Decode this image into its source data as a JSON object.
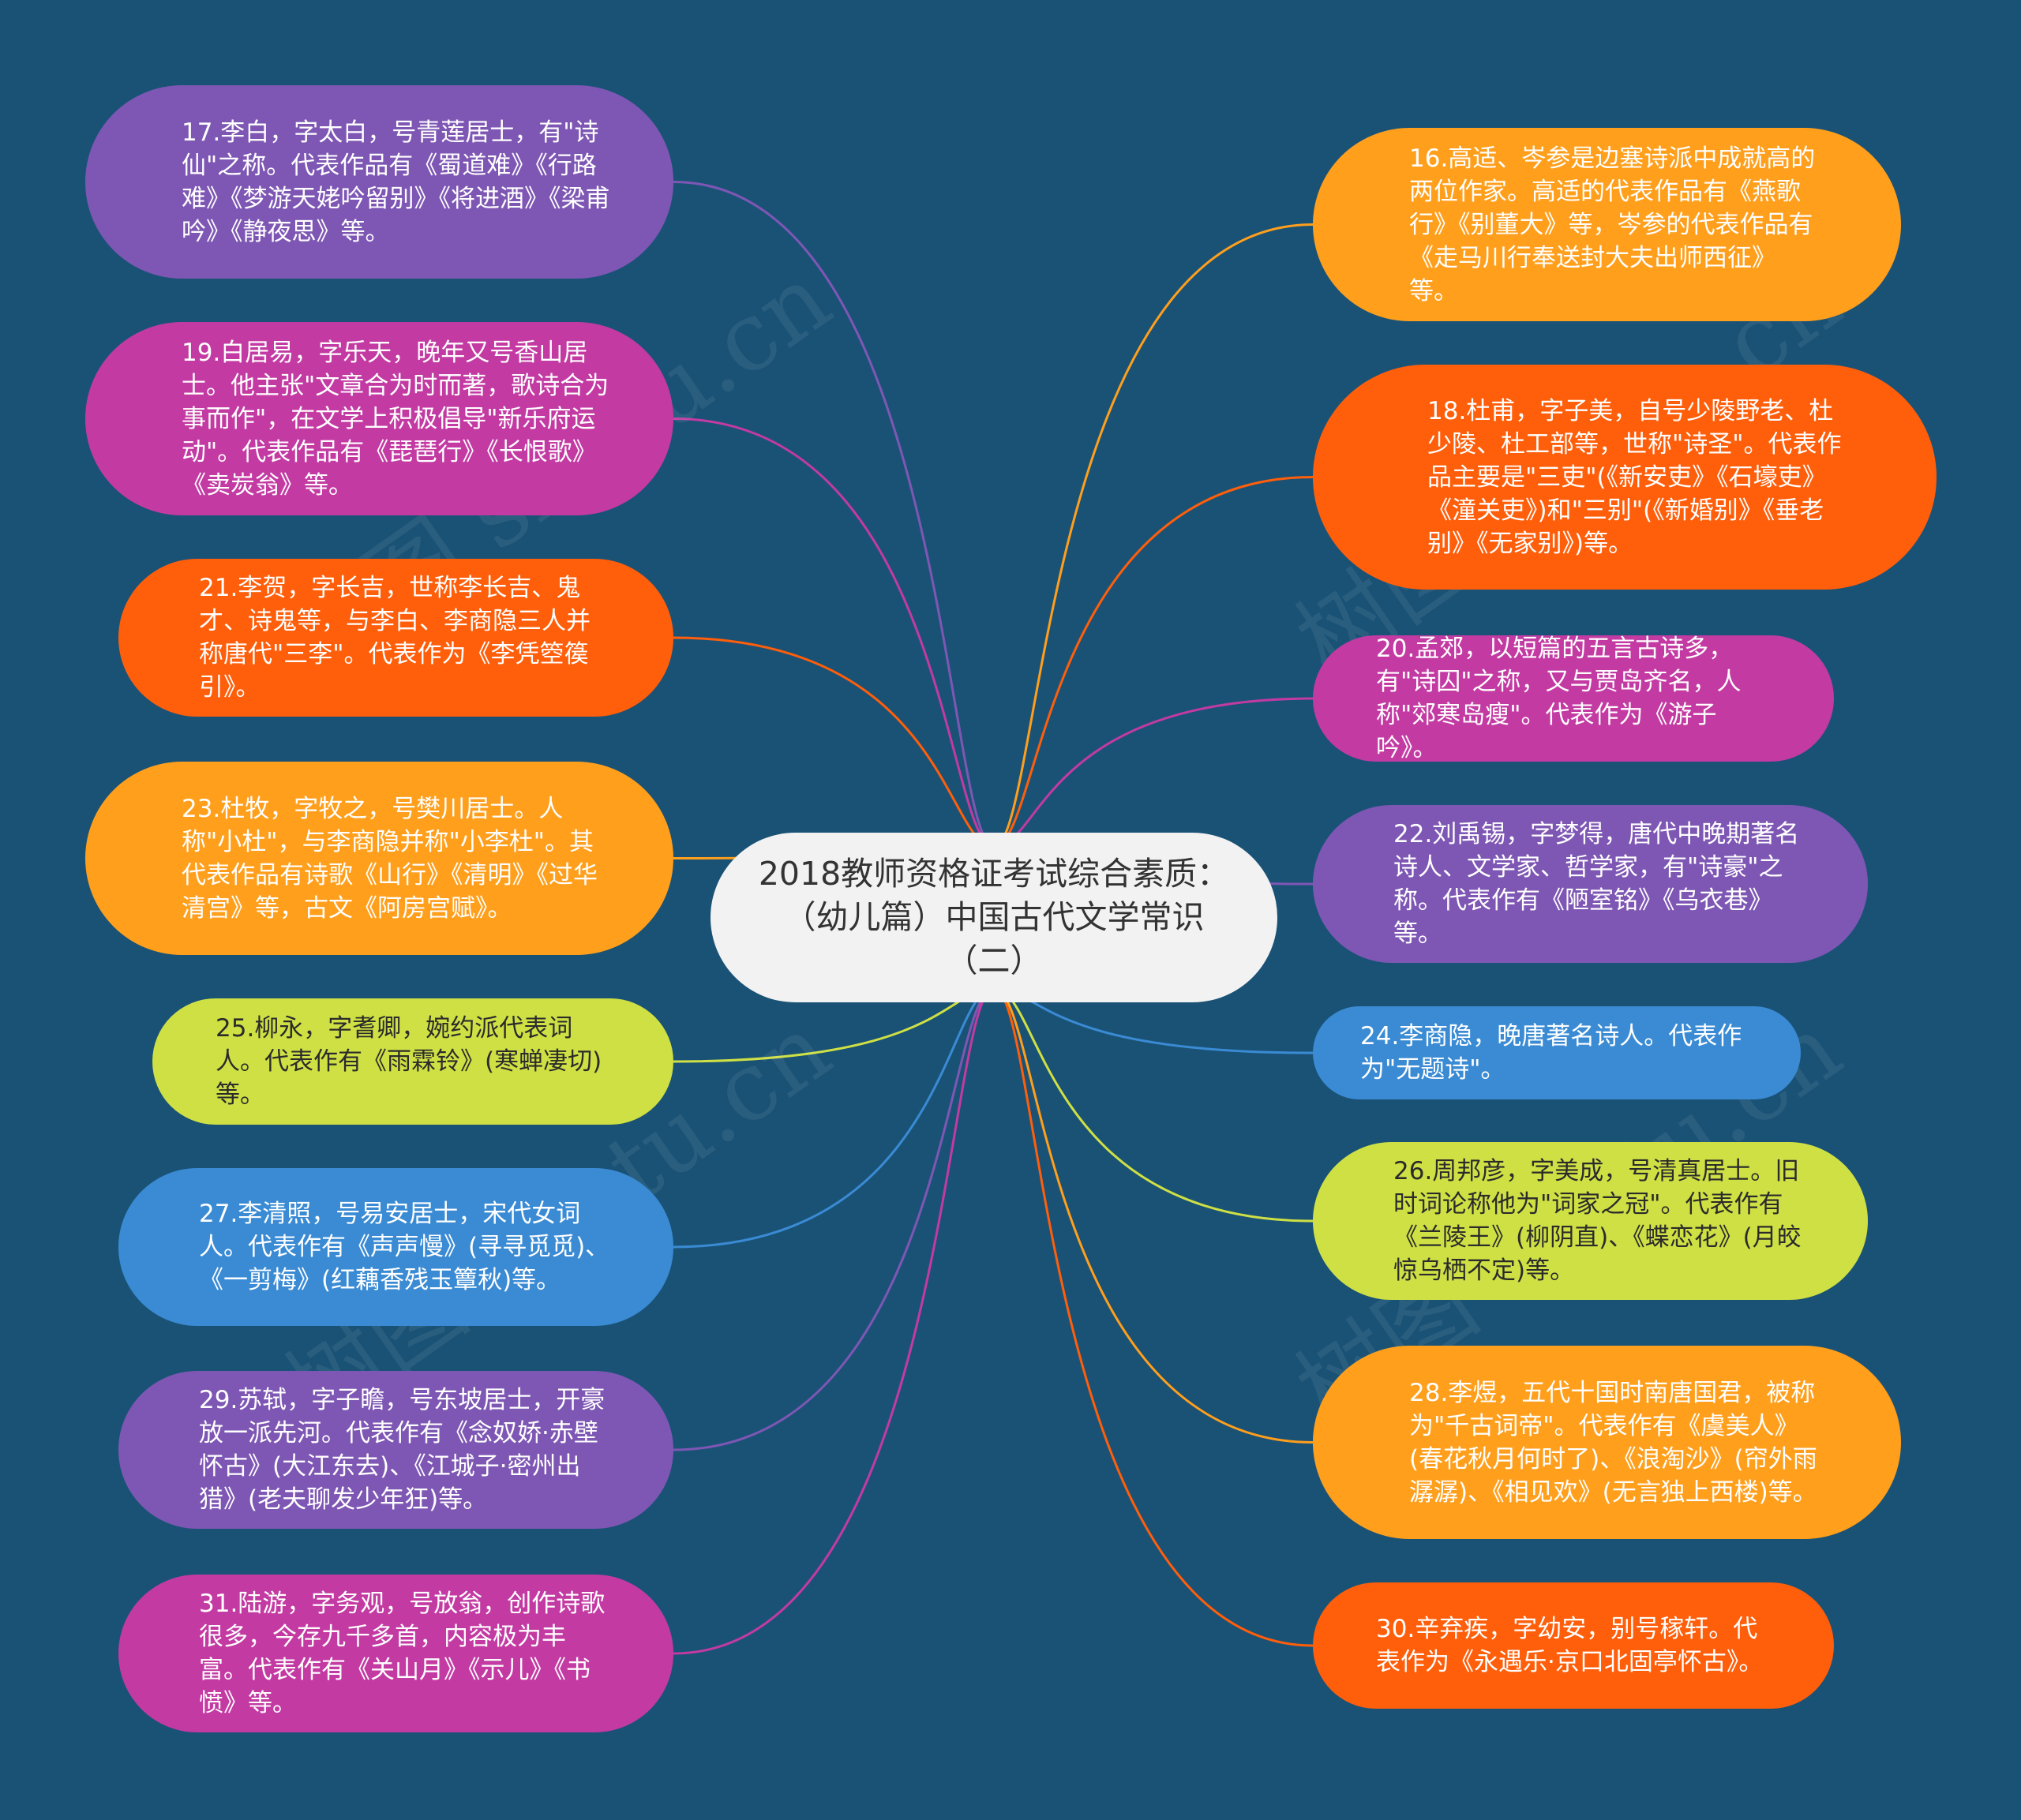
{
  "colors": {
    "background": "#1a5276",
    "center": "#f2f2f2",
    "purple": "#7e57b4",
    "magenta": "#c33aa3",
    "orange_red": "#ff5e0a",
    "amber": "#ff9f1c",
    "lime": "#cfe044",
    "blue": "#3a8bd4"
  },
  "watermark": "树图 shutu.cn",
  "center": {
    "title": "2018教师资格证考试综合素质：（幼儿篇）中国古代文学常识（二）"
  },
  "nodes": [
    {
      "id": "n17",
      "text": "17.李白，字太白，号青莲居士，有\"诗仙\"之称。代表作品有《蜀道难》《行路难》《梦游天姥吟留别》《将进酒》《梁甫吟》《静夜思》等。",
      "color": "#7e57b4"
    },
    {
      "id": "n19",
      "text": "19.白居易，字乐天，晚年又号香山居士。他主张\"文章合为时而著，歌诗合为事而作\"，在文学上积极倡导\"新乐府运动\"。代表作品有《琵琶行》《长恨歌》《卖炭翁》等。",
      "color": "#c33aa3"
    },
    {
      "id": "n21",
      "text": "21.李贺，字长吉，世称李长吉、鬼才、诗鬼等，与李白、李商隐三人并称唐代\"三李\"。代表作为《李凭箜篌引》。",
      "color": "#ff5e0a"
    },
    {
      "id": "n23",
      "text": "23.杜牧，字牧之，号樊川居士。人称\"小杜\"，与李商隐并称\"小李杜\"。其代表作品有诗歌《山行》《清明》《过华清宫》等，古文《阿房宫赋》。",
      "color": "#ff9f1c"
    },
    {
      "id": "n25",
      "text": "25.柳永，字耆卿，婉约派代表词人。代表作有《雨霖铃》(寒蝉凄切)等。",
      "color": "#cfe044"
    },
    {
      "id": "n27",
      "text": "27.李清照，号易安居士，宋代女词人。代表作有《声声慢》(寻寻觅觅)、《一剪梅》(红藕香残玉簟秋)等。",
      "color": "#3a8bd4"
    },
    {
      "id": "n29",
      "text": "29.苏轼，字子瞻，号东坡居士，开豪放一派先河。代表作有《念奴娇·赤壁怀古》(大江东去)、《江城子·密州出猎》(老夫聊发少年狂)等。",
      "color": "#7e57b4"
    },
    {
      "id": "n31",
      "text": "31.陆游，字务观，号放翁，创作诗歌很多，今存九千多首，内容极为丰富。代表作有《关山月》《示儿》《书愤》等。",
      "color": "#c33aa3"
    },
    {
      "id": "n16",
      "text": "16.高适、岑参是边塞诗派中成就高的两位作家。高适的代表作品有《燕歌行》《别董大》等，岑参的代表作品有《走马川行奉送封大夫出师西征》等。",
      "color": "#ff9f1c"
    },
    {
      "id": "n18",
      "text": "18.杜甫，字子美，自号少陵野老、杜少陵、杜工部等，世称\"诗圣\"。代表作品主要是\"三吏\"(《新安吏》《石壕吏》《潼关吏》)和\"三别\"(《新婚别》《垂老别》《无家别》)等。",
      "color": "#ff5e0a"
    },
    {
      "id": "n20",
      "text": "20.孟郊，以短篇的五言古诗多，有\"诗囚\"之称，又与贾岛齐名，人称\"郊寒岛瘦\"。代表作为《游子吟》。",
      "color": "#c33aa3"
    },
    {
      "id": "n22",
      "text": "22.刘禹锡，字梦得，唐代中晚期著名诗人、文学家、哲学家，有\"诗豪\"之称。代表作有《陋室铭》《乌衣巷》等。",
      "color": "#7e57b4"
    },
    {
      "id": "n24",
      "text": "24.李商隐，晚唐著名诗人。代表作为\"无题诗\"。",
      "color": "#3a8bd4"
    },
    {
      "id": "n26",
      "text": "26.周邦彦，字美成，号清真居士。旧时词论称他为\"词家之冠\"。代表作有《兰陵王》(柳阴直)、《蝶恋花》(月皎惊乌栖不定)等。",
      "color": "#cfe044"
    },
    {
      "id": "n28",
      "text": "28.李煜，五代十国时南唐国君，被称为\"千古词帝\"。代表作有《虞美人》(春花秋月何时了)、《浪淘沙》(帘外雨潺潺)、《相见欢》(无言独上西楼)等。",
      "color": "#ff9f1c"
    },
    {
      "id": "n30",
      "text": "30.辛弃疾，字幼安，别号稼轩。代表作为《永遇乐·京口北固亭怀古》。",
      "color": "#ff5e0a"
    }
  ]
}
